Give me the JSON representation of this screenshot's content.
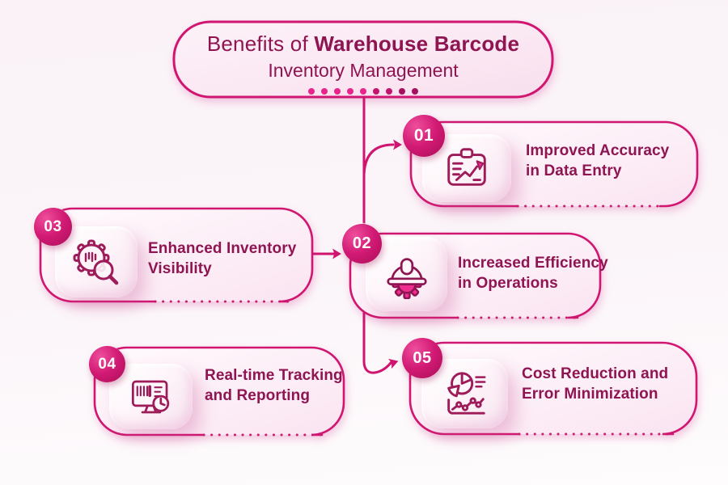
{
  "title": {
    "prefix": "Benefits of",
    "bold": "Warehouse Barcode",
    "line2": "Inventory Management"
  },
  "items": [
    {
      "number": "01",
      "line1": "Improved Accuracy",
      "line2": "in Data Entry",
      "icon": "clipboard-trend-icon"
    },
    {
      "number": "02",
      "line1": "Increased Efficiency",
      "line2": "in Operations",
      "icon": "hardhat-gear-icon"
    },
    {
      "number": "03",
      "line1": "Enhanced Inventory",
      "line2": "Visibility",
      "icon": "gear-barcode-magnifier-icon"
    },
    {
      "number": "04",
      "line1": "Real-time Tracking",
      "line2": "and Reporting",
      "icon": "monitor-barcode-clock-icon"
    },
    {
      "number": "05",
      "line1": "Cost Reduction and",
      "line2": "Error Minimization",
      "icon": "pie-chart-trend-icon"
    }
  ],
  "colors": {
    "accent": "#D01570",
    "dark_text": "#8E1452",
    "badge": "#C41368",
    "icon_accent": "#E8288F",
    "card_fill": "#FBE9F3",
    "background": "#FAF4F8"
  }
}
